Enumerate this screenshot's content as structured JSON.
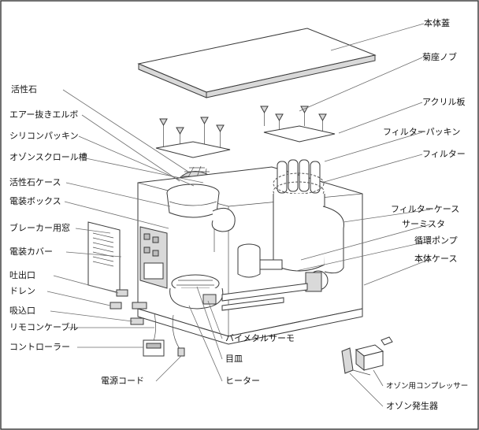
{
  "labels_right": [
    {
      "id": "body-lid",
      "text": "本体蓋"
    },
    {
      "id": "kiku-knob",
      "text": "菊座ノブ"
    },
    {
      "id": "acrylic-plate",
      "text": "アクリル板"
    },
    {
      "id": "filter-packing",
      "text": "フィルターパッキン"
    },
    {
      "id": "filter",
      "text": "フィルター"
    },
    {
      "id": "filter-case",
      "text": "フィルターケース"
    },
    {
      "id": "thermistor",
      "text": "サーミスタ"
    },
    {
      "id": "circulation-pump",
      "text": "循環ポンプ"
    },
    {
      "id": "body-case",
      "text": "本体ケース"
    }
  ],
  "labels_left": [
    {
      "id": "activated-stone",
      "text": "活性石"
    },
    {
      "id": "air-vent-elbow",
      "text": "エアー抜きエルボ"
    },
    {
      "id": "silicon-packing",
      "text": "シリコンパッキン"
    },
    {
      "id": "ozone-scroll-tank",
      "text": "オゾンスクロール槽"
    },
    {
      "id": "activated-stone-case",
      "text": "活性石ケース"
    },
    {
      "id": "electrical-box",
      "text": "電装ボックス"
    },
    {
      "id": "breaker-window",
      "text": "ブレーカー用窓"
    },
    {
      "id": "electrical-cover",
      "text": "電装カバー"
    },
    {
      "id": "outlet",
      "text": "吐出口"
    },
    {
      "id": "drain",
      "text": "ドレン"
    },
    {
      "id": "inlet",
      "text": "吸込口"
    },
    {
      "id": "remote-cable",
      "text": "リモコンケーブル"
    },
    {
      "id": "controller",
      "text": "コントローラー"
    }
  ],
  "labels_bottom": [
    {
      "id": "bimetal-thermo",
      "text": "バイメタルサーモ"
    },
    {
      "id": "mesh-plate",
      "text": "目皿"
    },
    {
      "id": "heater",
      "text": "ヒーター"
    },
    {
      "id": "power-cord",
      "text": "電源コード"
    },
    {
      "id": "ozone-compressor",
      "text": "オゾン用コンプレッサー"
    },
    {
      "id": "ozone-generator",
      "text": "オゾン発生器"
    }
  ]
}
